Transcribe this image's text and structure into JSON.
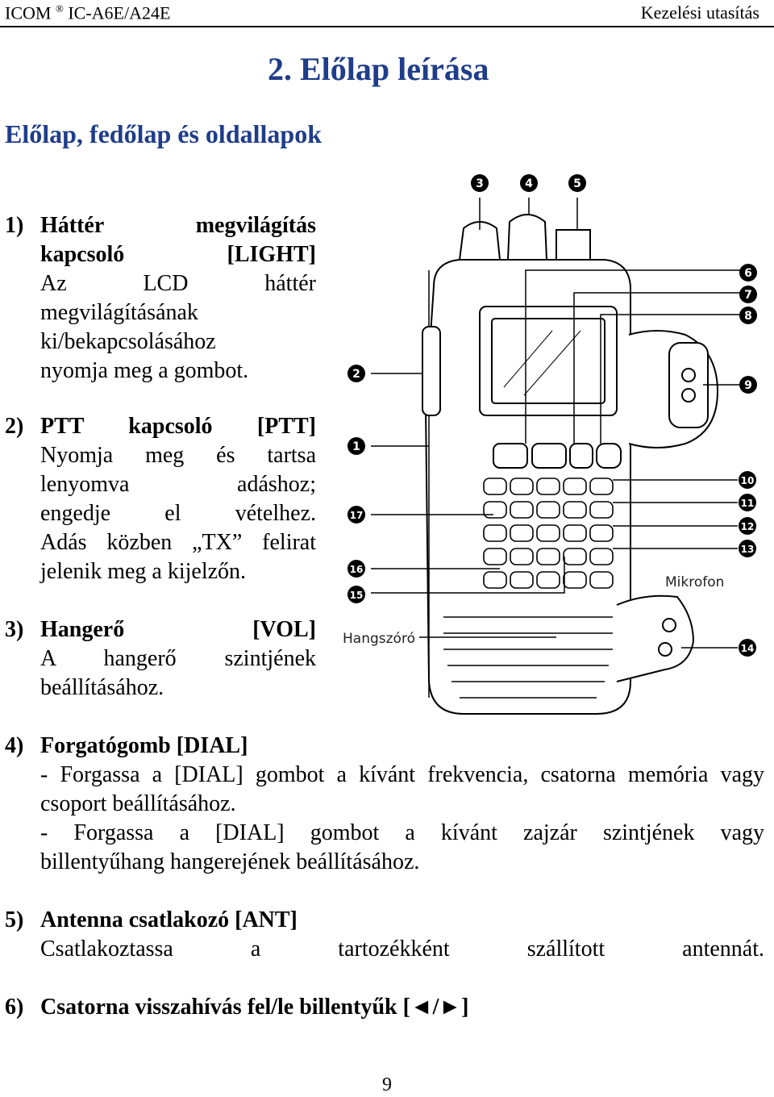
{
  "header": {
    "brand": "ICOM",
    "registered_mark": "®",
    "model": "IC-A6E/A24E",
    "doc_type": "Kezelési utasítás"
  },
  "title": "2. Előlap leírása",
  "section_title": "Előlap, fedőlap és oldallapok",
  "items": [
    {
      "num": "1)",
      "head_words": [
        "Háttér",
        "megvilágítás"
      ],
      "head_words_2": [
        "kapcsoló",
        "[LIGHT]"
      ],
      "body_lines": [
        "Az LCD háttér",
        "megvilágításának",
        "ki/bekapcsolásához",
        "nyomja meg a gombot."
      ]
    },
    {
      "num": "2)",
      "head_words": [
        "PTT",
        "kapcsoló",
        "[PTT]"
      ],
      "body_lines": [
        "Nyomja meg és tartsa",
        "lenyomva adáshoz;",
        "engedje el vételhez.",
        "Adás közben „TX” felirat",
        "jelenik meg a kijelzőn."
      ]
    },
    {
      "num": "3)",
      "head_words": [
        "Hangerő",
        "[VOL]"
      ],
      "body_lines": [
        "A hangerő szintjének",
        "beállításához."
      ]
    },
    {
      "num": "4)",
      "head": "Forgatógomb [DIAL]",
      "body_lines": [
        "- Forgassa a [DIAL] gombot a kívánt frekvencia, csatorna memória vagy",
        "csoport beállításához.",
        "- Forgassa a [DIAL] gombot a kívánt zajzár szintjének vagy",
        "billentyűhang hangerejének beállításához."
      ]
    },
    {
      "num": "5)",
      "head": "Antenna csatlakozó [ANT]",
      "body_lines": [
        "Csatlakoztassa a tartozékként szállított antennát."
      ]
    },
    {
      "num": "6)",
      "head": "Csatorna visszahívás fel/le billentyűk [◄/►]"
    }
  ],
  "figure": {
    "label_mic": "Mikrofon",
    "label_speaker": "Hangszóró",
    "callouts": [
      "1",
      "2",
      "3",
      "4",
      "5",
      "6",
      "7",
      "8",
      "9",
      "10",
      "11",
      "12",
      "13",
      "14",
      "15",
      "16",
      "17"
    ]
  },
  "page_number": "9"
}
